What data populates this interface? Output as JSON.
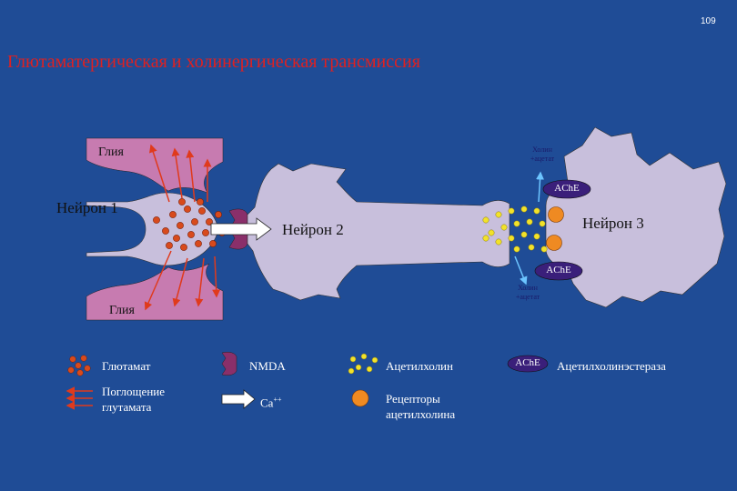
{
  "page_number": "109",
  "title": "Глютаматергическая и холинергическая трансмиссия",
  "labels": {
    "glia_top": "Глия",
    "glia_bottom": "Глия",
    "neuron1": "Нейрон 1",
    "neuron2": "Нейрон 2",
    "neuron3": "Нейрон 3",
    "choline_top_1": "Холин",
    "choline_top_2": "+ацетат",
    "choline_bottom_1": "Холин",
    "choline_bottom_2": "+ацетат",
    "ache_top": "AChE",
    "ache_bottom": "AChE"
  },
  "legend": {
    "glutamate": "Глютамат",
    "uptake_1": "Поглощение",
    "uptake_2": "глутамата",
    "nmda": "NMDA",
    "calcium": "Ca",
    "calcium_sup": "++",
    "acetylcholine": "Ацетилхолин",
    "receptors_1": "Рецепторы",
    "receptors_2": "ацетилхолина",
    "ache_badge": "AChE",
    "ache_name": "Ацетилхолинэстераза"
  },
  "colors": {
    "background": "#1f4c96",
    "title": "#e02020",
    "neuron": "#c8bfdc",
    "glia": "#c77bb0",
    "glutamate": "#d84a1c",
    "acetylcholine": "#f2e22a",
    "receptor": "#ef8a22",
    "ache": "#3a1f7a",
    "nmda": "#8a2f6a"
  }
}
